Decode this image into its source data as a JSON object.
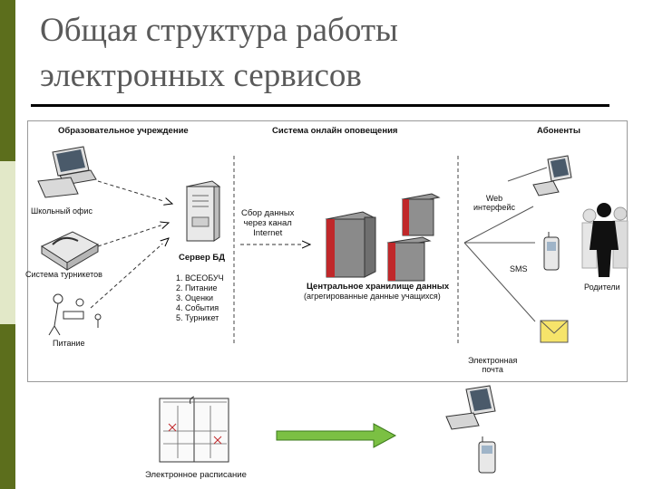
{
  "slide": {
    "title_line1": "Общая структура работы",
    "title_line2": "электронных сервисов"
  },
  "diagram": {
    "columns": {
      "institution": "Образовательное учреждение",
      "system": "Система онлайн оповещения",
      "subscribers": "Абоненты"
    },
    "nodes": {
      "school_office": "Школьный офис",
      "turnstile_system": "Система турникетов",
      "food": "Питание",
      "db_server": "Сервер БД",
      "db_list": [
        "1. ВСЕОБУЧ",
        "2. Питание",
        "3. Оценки",
        "4. События",
        "5. Турникет"
      ],
      "data_collection": "Сбор данных\nчерез канал\nInternet",
      "central_storage": "Центральное хранилище данных",
      "central_storage_sub": "(агрегированные данные учащихся)",
      "web_interface": "Web\nинтерфейс",
      "sms": "SMS",
      "parents": "Родители",
      "email": "Электронная\nпочта",
      "e_schedule": "Электронное расписание"
    }
  }
}
